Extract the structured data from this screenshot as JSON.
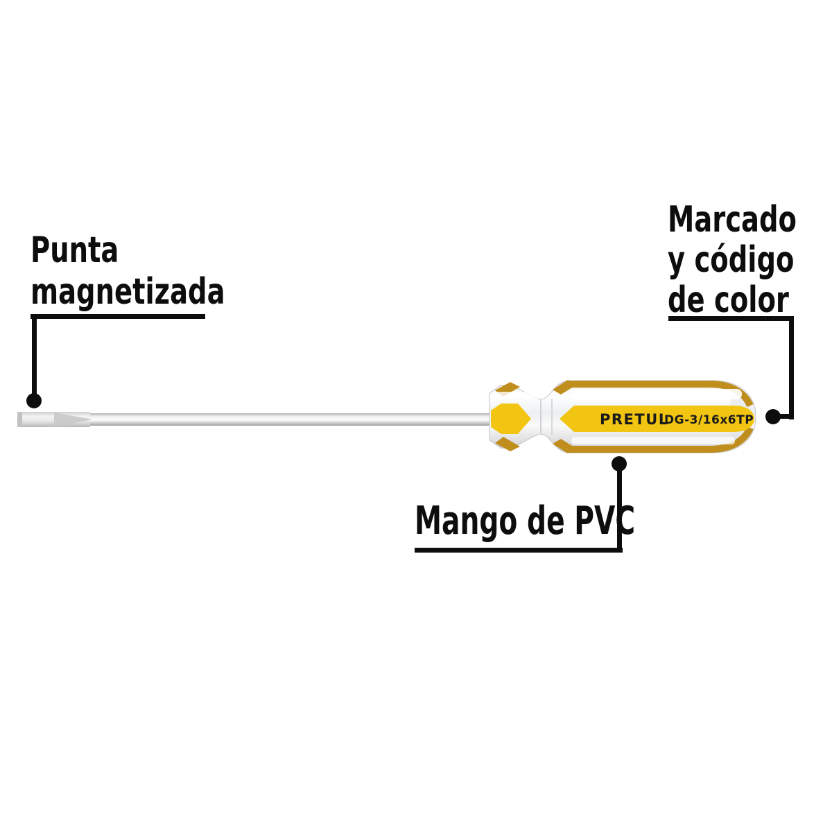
{
  "colors": {
    "background": "#ffffff",
    "text": "#0d0d0d",
    "callout": "#0d0d0d",
    "handle_yellow": "#f1c512",
    "handle_gold": "#bf8e1d",
    "shaft_silver": "#d9d9d9"
  },
  "callouts": {
    "tip": {
      "line1": "Punta",
      "line2": "magnetizada"
    },
    "marking": {
      "line1": "Marcado",
      "line2": "y código",
      "line3": "de color"
    },
    "handle": {
      "text": "Mango de PVC"
    }
  },
  "product": {
    "brand": "PRETUL",
    "model": "DG-3/16x6TP"
  }
}
